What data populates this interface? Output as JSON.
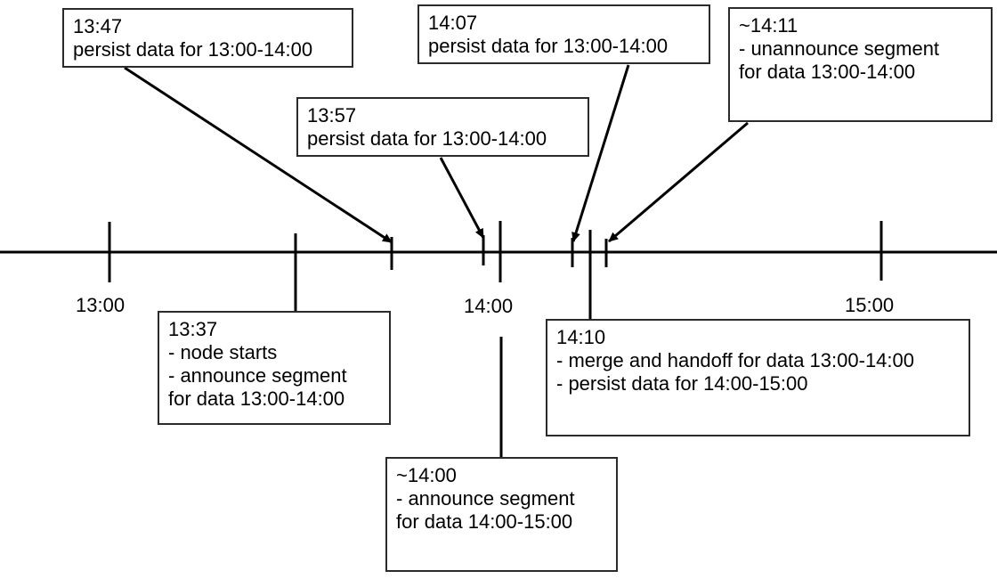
{
  "axis": {
    "labels": [
      {
        "text": "13:00"
      },
      {
        "text": "14:00"
      },
      {
        "text": "15:00"
      }
    ]
  },
  "callouts": {
    "c1347": {
      "lines": [
        "13:47",
        "persist data for 13:00-14:00"
      ]
    },
    "c1407": {
      "lines": [
        "14:07",
        "persist data for 13:00-14:00"
      ]
    },
    "c1411": {
      "lines": [
        "~14:11",
        "- unannounce segment",
        "for data 13:00-14:00"
      ]
    },
    "c1357": {
      "lines": [
        "13:57",
        "persist data for 13:00-14:00"
      ]
    },
    "c1337": {
      "lines": [
        "13:37",
        "- node starts",
        "- announce segment",
        "for data 13:00-14:00"
      ]
    },
    "c1410": {
      "lines": [
        "14:10",
        "- merge and handoff for data 13:00-14:00",
        "- persist data for 14:00-15:00"
      ]
    },
    "c1400": {
      "lines": [
        "~14:00",
        "- announce segment",
        "for data 14:00-15:00"
      ]
    }
  },
  "colors": {
    "line": "#000000",
    "box_border": "#2b2b2b",
    "text": "#000000",
    "background": "#ffffff"
  }
}
